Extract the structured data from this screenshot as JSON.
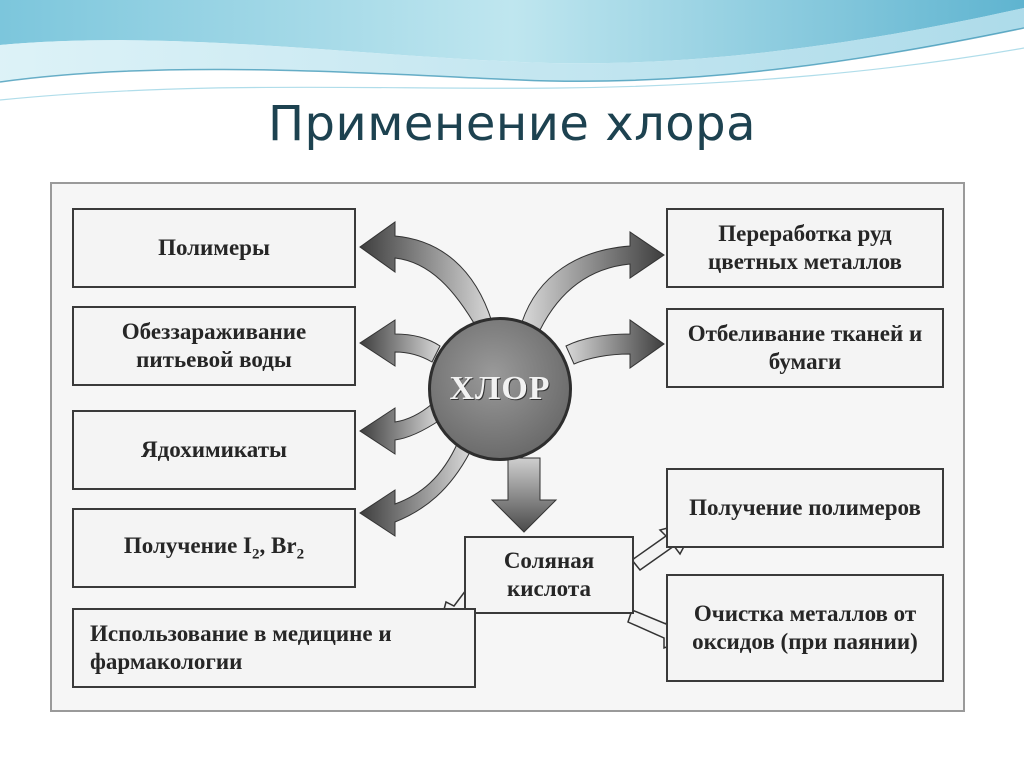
{
  "slide": {
    "title": "Применение хлора"
  },
  "diagram": {
    "center": "ХЛОР",
    "left_nodes": [
      {
        "text": "Полимеры"
      },
      {
        "text": "Обеззараживание питьевой воды"
      },
      {
        "text": "Ядохимикаты"
      },
      {
        "text_main": "Получение I",
        "sub1": "2",
        "text_mid": ", Br",
        "sub2": "2"
      }
    ],
    "right_nodes": [
      {
        "text": "Переработка руд цветных металлов"
      },
      {
        "text": "Отбеливание тканей и бумаги"
      }
    ],
    "acid": {
      "text": "Соляная кислота",
      "children": [
        {
          "text": "Получение полимеров"
        },
        {
          "text": "Очистка металлов от оксидов (при паянии)"
        },
        {
          "text": "Использование в медицине и фармакологии"
        }
      ]
    }
  },
  "colors": {
    "title": "#1d4250",
    "wave_dark": "#2f8fb0",
    "wave_light": "#a9dbe8",
    "box_border": "#3a3a3a",
    "arrow_fill": "#5a5a5a"
  }
}
